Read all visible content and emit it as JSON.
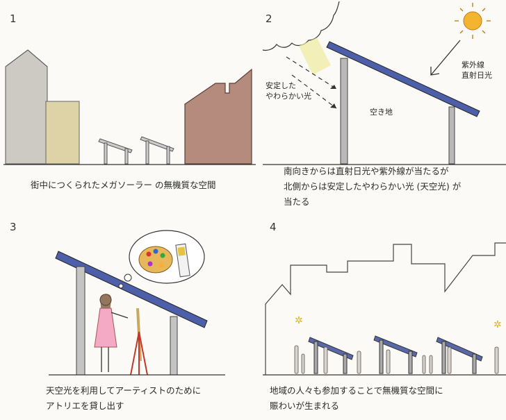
{
  "panels": [
    {
      "number": "1",
      "caption": [
        "街中につくられたメガソーラー の無機質な空間"
      ]
    },
    {
      "number": "2",
      "caption": [
        "南向きからは直射日光や紫外線が当たるが",
        "北側からは安定したやわらかい光 (天空光) が",
        "当たる"
      ],
      "labels": {
        "soft_light": "安定した\nやわらかい光",
        "vacant_lot": "空き地",
        "uv_direct": "紫外線\n直射日光"
      }
    },
    {
      "number": "3",
      "caption": [
        "天空光を利用してアーティストのために",
        "アトリエを貸し出す"
      ]
    },
    {
      "number": "4",
      "caption": [
        "地域の人々も参加することで無機質な空間に",
        "賑わいが生まれる"
      ]
    }
  ]
}
